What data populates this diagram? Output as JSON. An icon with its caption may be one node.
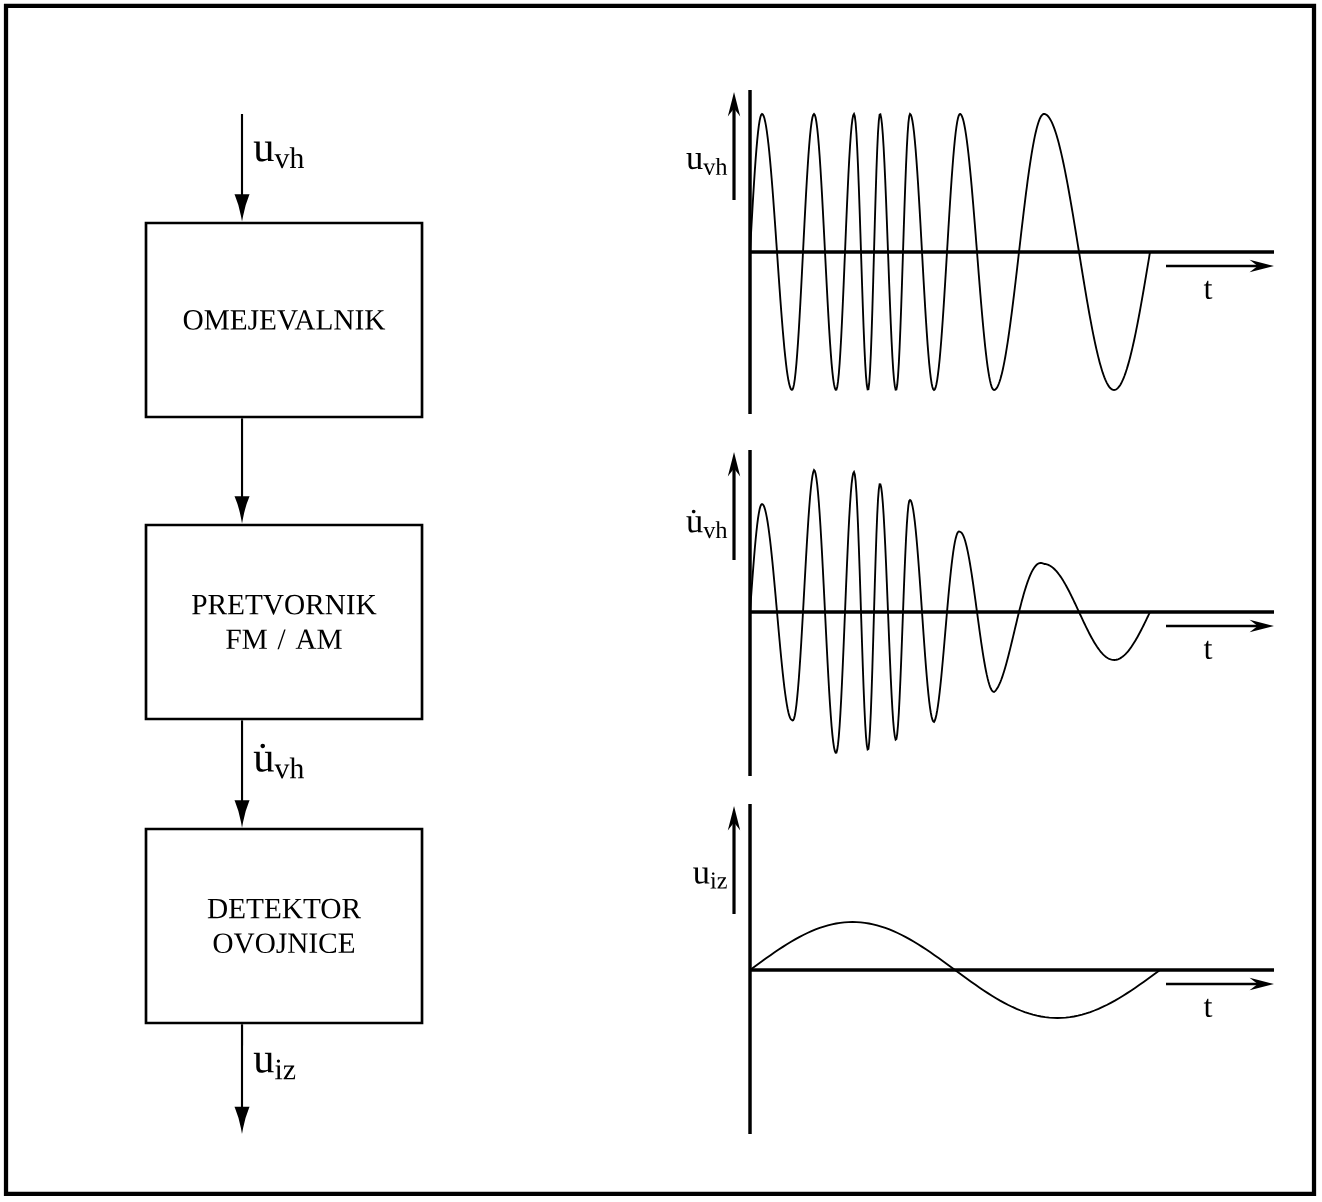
{
  "diagram": {
    "nodes": [
      {
        "text": [
          "OMEJEVALNIK"
        ]
      },
      {
        "text": [
          "PRETVORNIK FM / AM"
        ]
      },
      {
        "text": [
          "DETEKTOR OVOJNICE"
        ]
      }
    ],
    "edges": [
      {
        "from": null,
        "to": 0,
        "arrow": "to",
        "label": "u$_{vh}$"
      },
      {
        "from": 0,
        "to": 1,
        "arrow": "to"
      },
      {
        "from": 1,
        "to": 2,
        "arrow": "to",
        "label": "u̇$_{vh}$"
      },
      {
        "from": 2,
        "to": null,
        "arrow": "to",
        "label": "u$_{iz}$"
      }
    ],
    "labels": [
      "u$_{vh}$",
      "t",
      "u̇$_{vh}$",
      "t",
      "u$_{iz}$",
      "t"
    ]
  }
}
